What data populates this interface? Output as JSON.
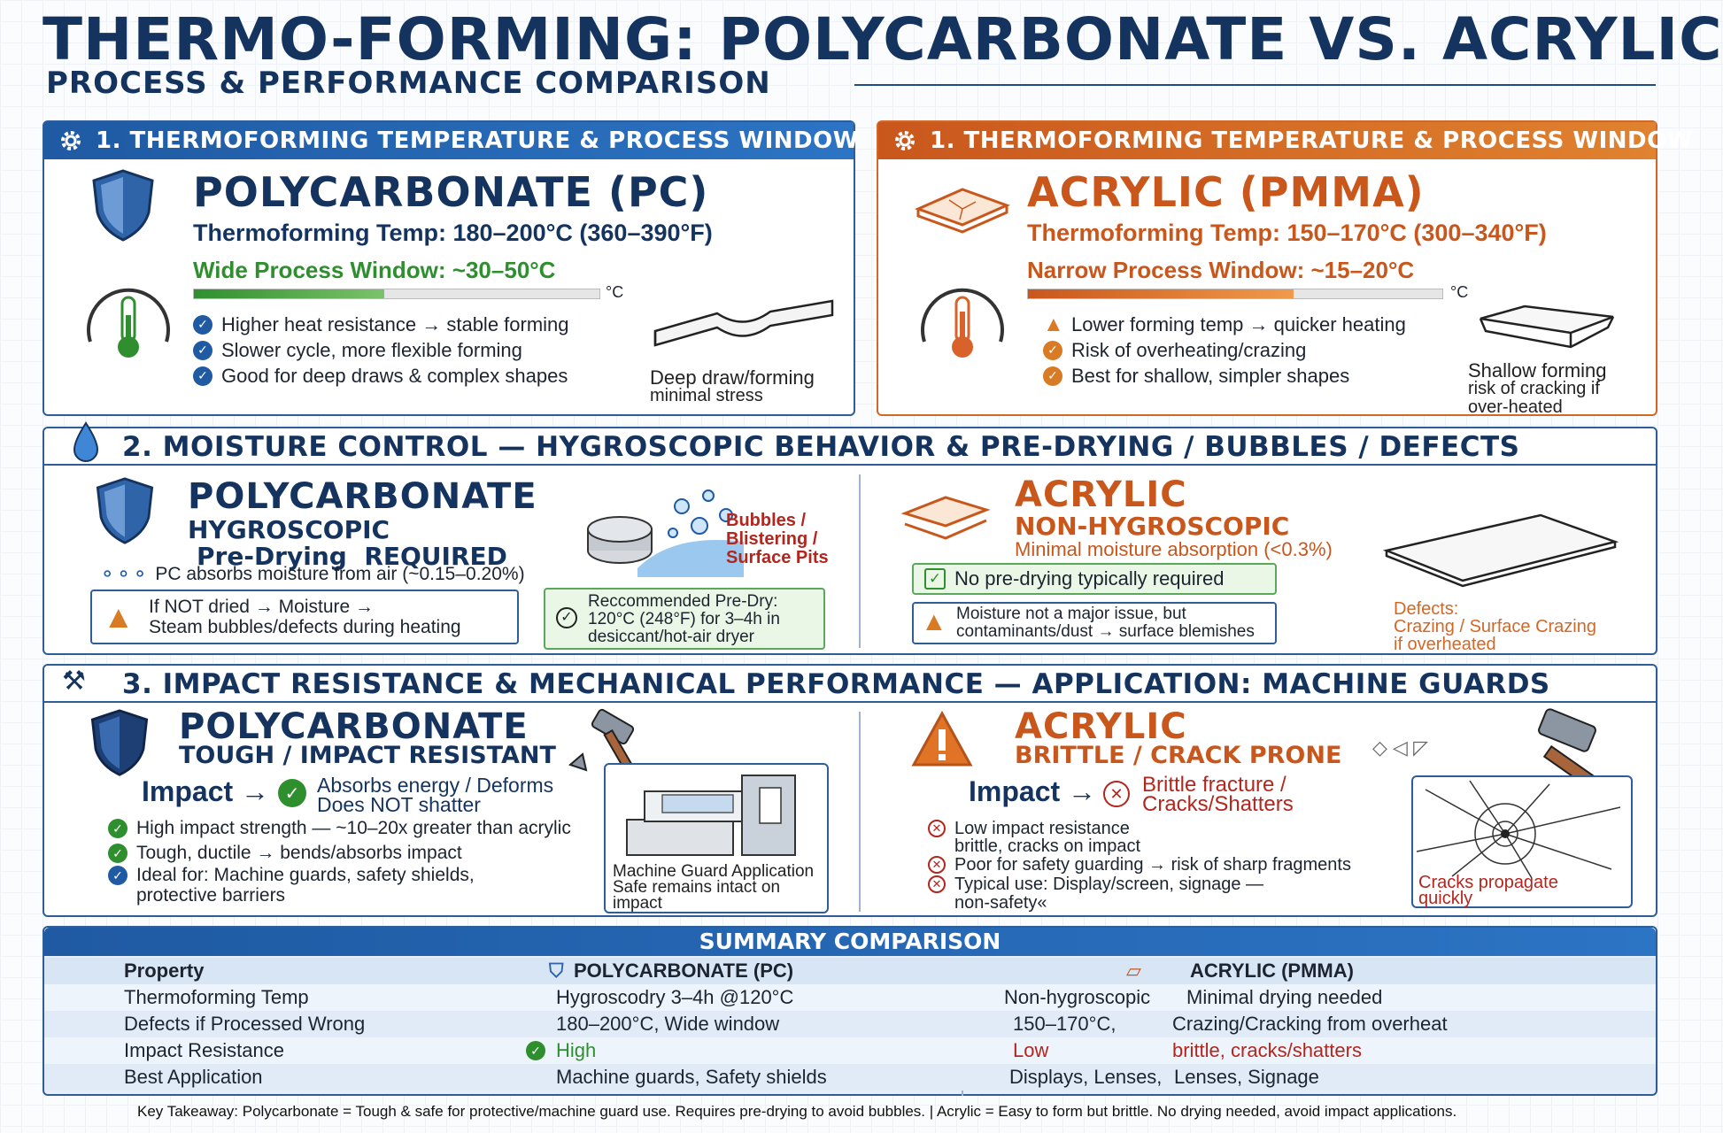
{
  "header": {
    "title": "THERMO-FORMING: POLYCARBONATE VS. ACRYLIC",
    "subtitle": "PROCESS & PERFORMANCE COMPARISON"
  },
  "section1": {
    "pc": {
      "head": "1. THERMOFORMING TEMPERATURE & PROCESS WINDOW",
      "name": "POLYCARBONATE (PC)",
      "temp": "Thermoforming Temp: 180–200°C (360–390°F)",
      "window": "Wide Process Window: ~30–50°C",
      "bar_unit": "°C",
      "gauge_ticks": [
        "40",
        "190",
        "30",
        "210",
        "90",
        "210",
        "170",
        "210"
      ],
      "bullets": [
        "Higher heat resistance → stable forming",
        "Slower cycle, more flexible forming",
        "Good for deep draws & complex shapes"
      ],
      "image_caption": [
        "Deep draw/forming",
        "minimal stress"
      ]
    },
    "acrylic": {
      "head": "1. THERMOFORMING TEMPERATURE & PROCESS WINDOW",
      "name": "ACRYLIC (PMMA)",
      "temp": "Thermoforming Temp: 150–170°C (300–340°F)",
      "window": "Narrow Process Window: ~15–20°C",
      "bar_unit": "°C",
      "gauge_ticks": [
        "40",
        "160",
        "40",
        "170",
        "90",
        "100",
        "150",
        "100"
      ],
      "bullets": [
        "Lower forming temp → quicker heating",
        "Risk of overheating/crazing",
        "Best for shallow, simpler shapes"
      ],
      "image_caption": [
        "Shallow forming",
        "risk of cracking if",
        "over-heated"
      ]
    }
  },
  "section2": {
    "head": "2. MOISTURE CONTROL — HYGROSCOPIC BEHAVIOR & PRE-DRYING / BUBBLES / DEFECTS",
    "pc": {
      "name": "POLYCARBONATE",
      "sub1": "HYGROSCOPIC",
      "sub2": "Pre-Drying  REQUIRED",
      "absorb": "PC absorbs moisture from air (~0.15–0.20%)",
      "bubbles_label": [
        "Bubbles /",
        "Blistering /",
        "Surface Pits"
      ],
      "warn": [
        "If NOT dried → Moisture →",
        "Steam bubbles/defects during heating"
      ],
      "predry": [
        "Reccommended Pre-Dry:",
        "120°C (248°F) for 3–4h in",
        "desiccant/hot-air dryer"
      ]
    },
    "acrylic": {
      "name": "ACRYLIC",
      "sub1": "NON-HYGROSCOPIC",
      "sub2": "Minimal moisture absorption (<0.3%)",
      "no_dry": "No pre-drying typically required",
      "warn": [
        "Moisture not a major issue, but",
        "contaminants/dust → surface blemishes"
      ],
      "defects": [
        "Defects:",
        "Crazing / Surface Crazing",
        "if overheated"
      ]
    }
  },
  "section3": {
    "head": "3. IMPACT RESISTANCE & MECHANICAL PERFORMANCE — APPLICATION: MACHINE GUARDS",
    "pc": {
      "name": "POLYCARBONATE",
      "sub": "TOUGH / IMPACT RESISTANT",
      "impact": "Impact →",
      "impact_result": [
        "Absorbs energy / Deforms",
        "Does NOT shatter"
      ],
      "bullets": [
        "High impact strength — ~10–20x greater than acrylic",
        "Tough, ductile → bends/absorbs impact",
        "Ideal for: Machine guards, safety shields,"
      ],
      "bullet_cont": "protective barriers",
      "image_caption": [
        "Machine Guard Application",
        "Safe remains intact on",
        "impact"
      ]
    },
    "acrylic": {
      "name": "ACRYLIC",
      "sub": "BRITTLE / CRACK PRONE",
      "impact": "Impact →",
      "impact_result": [
        "Brittle fracture /",
        "Cracks/Shatters"
      ],
      "bullets": [
        "Low impact resistance",
        "Poor for safety guarding → risk of sharp fragments",
        "Typical use: Display/screen, signage —"
      ],
      "bullet_conts": [
        "brittle, cracks on impact",
        "non-safety«"
      ],
      "image_caption": [
        "Cracks propagate",
        "quickly"
      ]
    }
  },
  "summary": {
    "head": "SUMMARY COMPARISON",
    "col_property": "Property",
    "col_pc": "POLYCARBONATE (PC)",
    "col_acrylic": "ACRYLIC (PMMA)",
    "rows": [
      {
        "property": "Thermoforming Temp",
        "pc": "Hygroscodry 3–4h @120°C",
        "acr1": "Non-hygroscopic",
        "acr2": "Minimal drying needed"
      },
      {
        "property": "Defects if Processed Wrong",
        "pc": "180–200°C, Wide window",
        "acr1": "150–170°C,",
        "acr2": "Crazing/Cracking from overheat"
      },
      {
        "property": "Impact Resistance",
        "pc": "High",
        "acr1": "Low",
        "acr2": "brittle, cracks/shatters"
      },
      {
        "property": "Best Application",
        "pc": "Machine guards, Safety shields",
        "acr1": "Displays, Lenses,",
        "acr2": "Lenses, Signage"
      }
    ]
  },
  "takeaway": "Key Takeaway: Polycarbonate = Tough & safe for protective/machine guard use. Requires pre-drying to avoid bubbles.  |  Acrylic = Easy to form but brittle. No drying needed, avoid impact applications.",
  "colors": {
    "navy": "#14335e",
    "blue": "#1f5aa3",
    "orange": "#c9571c",
    "green": "#2f8f2f",
    "red": "#b3261e"
  }
}
